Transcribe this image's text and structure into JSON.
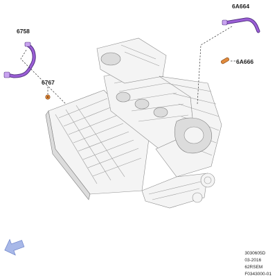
{
  "callouts": {
    "hose_left": "6758",
    "fitting_left": "6767",
    "hose_right": "6A664",
    "fitting_right": "6A666"
  },
  "footer": {
    "line1": "3030605D",
    "line2": "03-2016",
    "line3": "62RSEM",
    "line4": "F0343000-01"
  },
  "colors": {
    "hose": "#9b5fd6",
    "hose_outline": "#4a2a7a",
    "fitting": "#e08a3c",
    "nav_arrow": "#a8b8e8",
    "engine_line": "#9a9a9a"
  },
  "icons": {
    "nav": "back-arrow-icon"
  }
}
